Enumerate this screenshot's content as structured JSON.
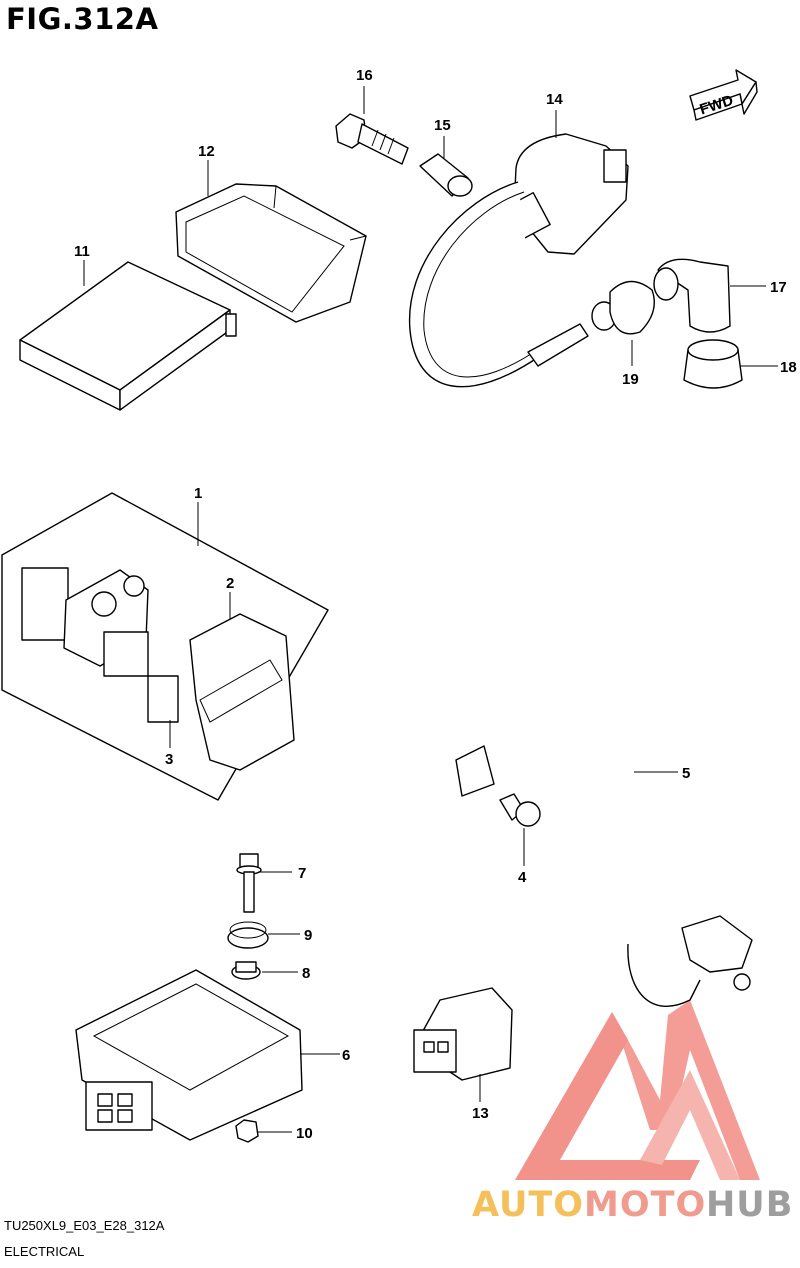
{
  "figure": {
    "title": "FIG.312A",
    "code": "TU250XL9_E03_E28_312A",
    "category": "ELECTRICAL"
  },
  "fwd_label": "FWD",
  "callouts": {
    "p1": "1",
    "p2": "2",
    "p3": "3",
    "p4": "4",
    "p5": "5",
    "p6": "6",
    "p7": "7",
    "p8": "8",
    "p9": "9",
    "p10": "10",
    "p11": "11",
    "p12": "12",
    "p13": "13",
    "p14": "14",
    "p15": "15",
    "p16": "16",
    "p17": "17",
    "p18": "18",
    "p19": "19"
  },
  "watermark": {
    "part1": "AUTO",
    "part2": "MOTO",
    "part3": "HUB",
    "colors": {
      "auto": "#f5c05a",
      "moto": "#f19a8e",
      "hub": "#9e9e9e",
      "logo": "#ef7f77"
    }
  }
}
